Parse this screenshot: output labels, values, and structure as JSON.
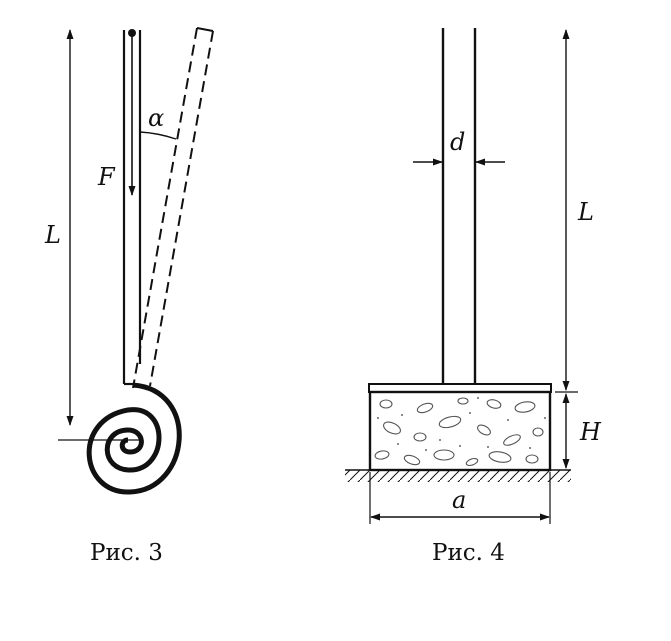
{
  "figures": [
    {
      "caption": "Рис. 3",
      "labels": {
        "length": "L",
        "angle": "α",
        "force": "F"
      }
    },
    {
      "caption": "Рис. 4",
      "labels": {
        "diameter": "d",
        "length": "L",
        "height": "H",
        "width": "a"
      }
    }
  ]
}
